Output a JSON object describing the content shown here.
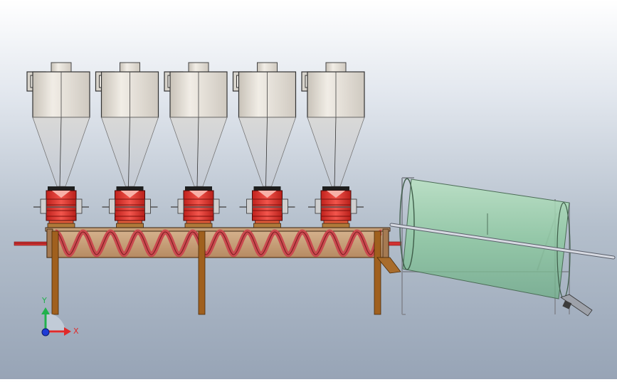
{
  "viewport": {
    "background_top": "#ffffff",
    "background_bottom": "#97a4b6"
  },
  "components": {
    "cyclone_count": 5,
    "cyclone_body_color": "#e9e4dc",
    "cyclone_cone_color": "#cfcfd0",
    "rotary_valve_color": "#e23b33",
    "screw_conveyor_trough_color": "#c49e77",
    "screw_flight_color": "#c94a4f",
    "frame_color": "#a0601e",
    "shaft_color": "#d23232",
    "drum_screen_color": "#8ccba0",
    "drum_shaft_color": "#c7cad4"
  },
  "triad": {
    "x_label": "X",
    "y_label": "Y",
    "x_color": "#e02a2a",
    "y_color": "#22b14c",
    "z_color": "#1f3bd6"
  }
}
